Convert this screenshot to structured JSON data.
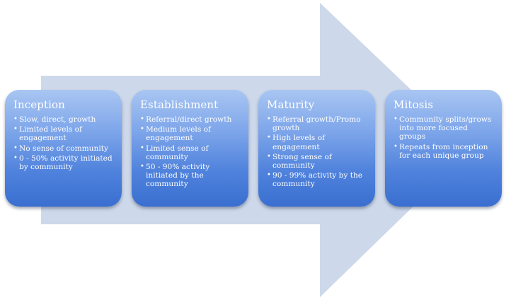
{
  "diagram": {
    "colors": {
      "arrow_fill": "#cdd8ea",
      "box_top": "#a9c6f2",
      "box_bottom": "#3a6fd0",
      "text": "#ffffff"
    },
    "stages": [
      {
        "title": "Inception",
        "bullets": [
          "Slow, direct, growth",
          "Limited levels of engagement",
          "No sense of community",
          "0 - 50% activity initiated by community"
        ]
      },
      {
        "title": "Establishment",
        "bullets": [
          "Referral/direct growth",
          "Medium levels of engagement",
          "Limited sense of community",
          "50 - 90% activity initiated by the community"
        ]
      },
      {
        "title": "Maturity",
        "bullets": [
          "Referral growth/Promo growth",
          "High levels of engagement",
          "Strong sense of community",
          "90 - 99% activity by the community"
        ]
      },
      {
        "title": "Mitosis",
        "bullets": [
          "Community splits/grows into more focused groups",
          "Repeats from inception for each unique group"
        ]
      }
    ]
  }
}
